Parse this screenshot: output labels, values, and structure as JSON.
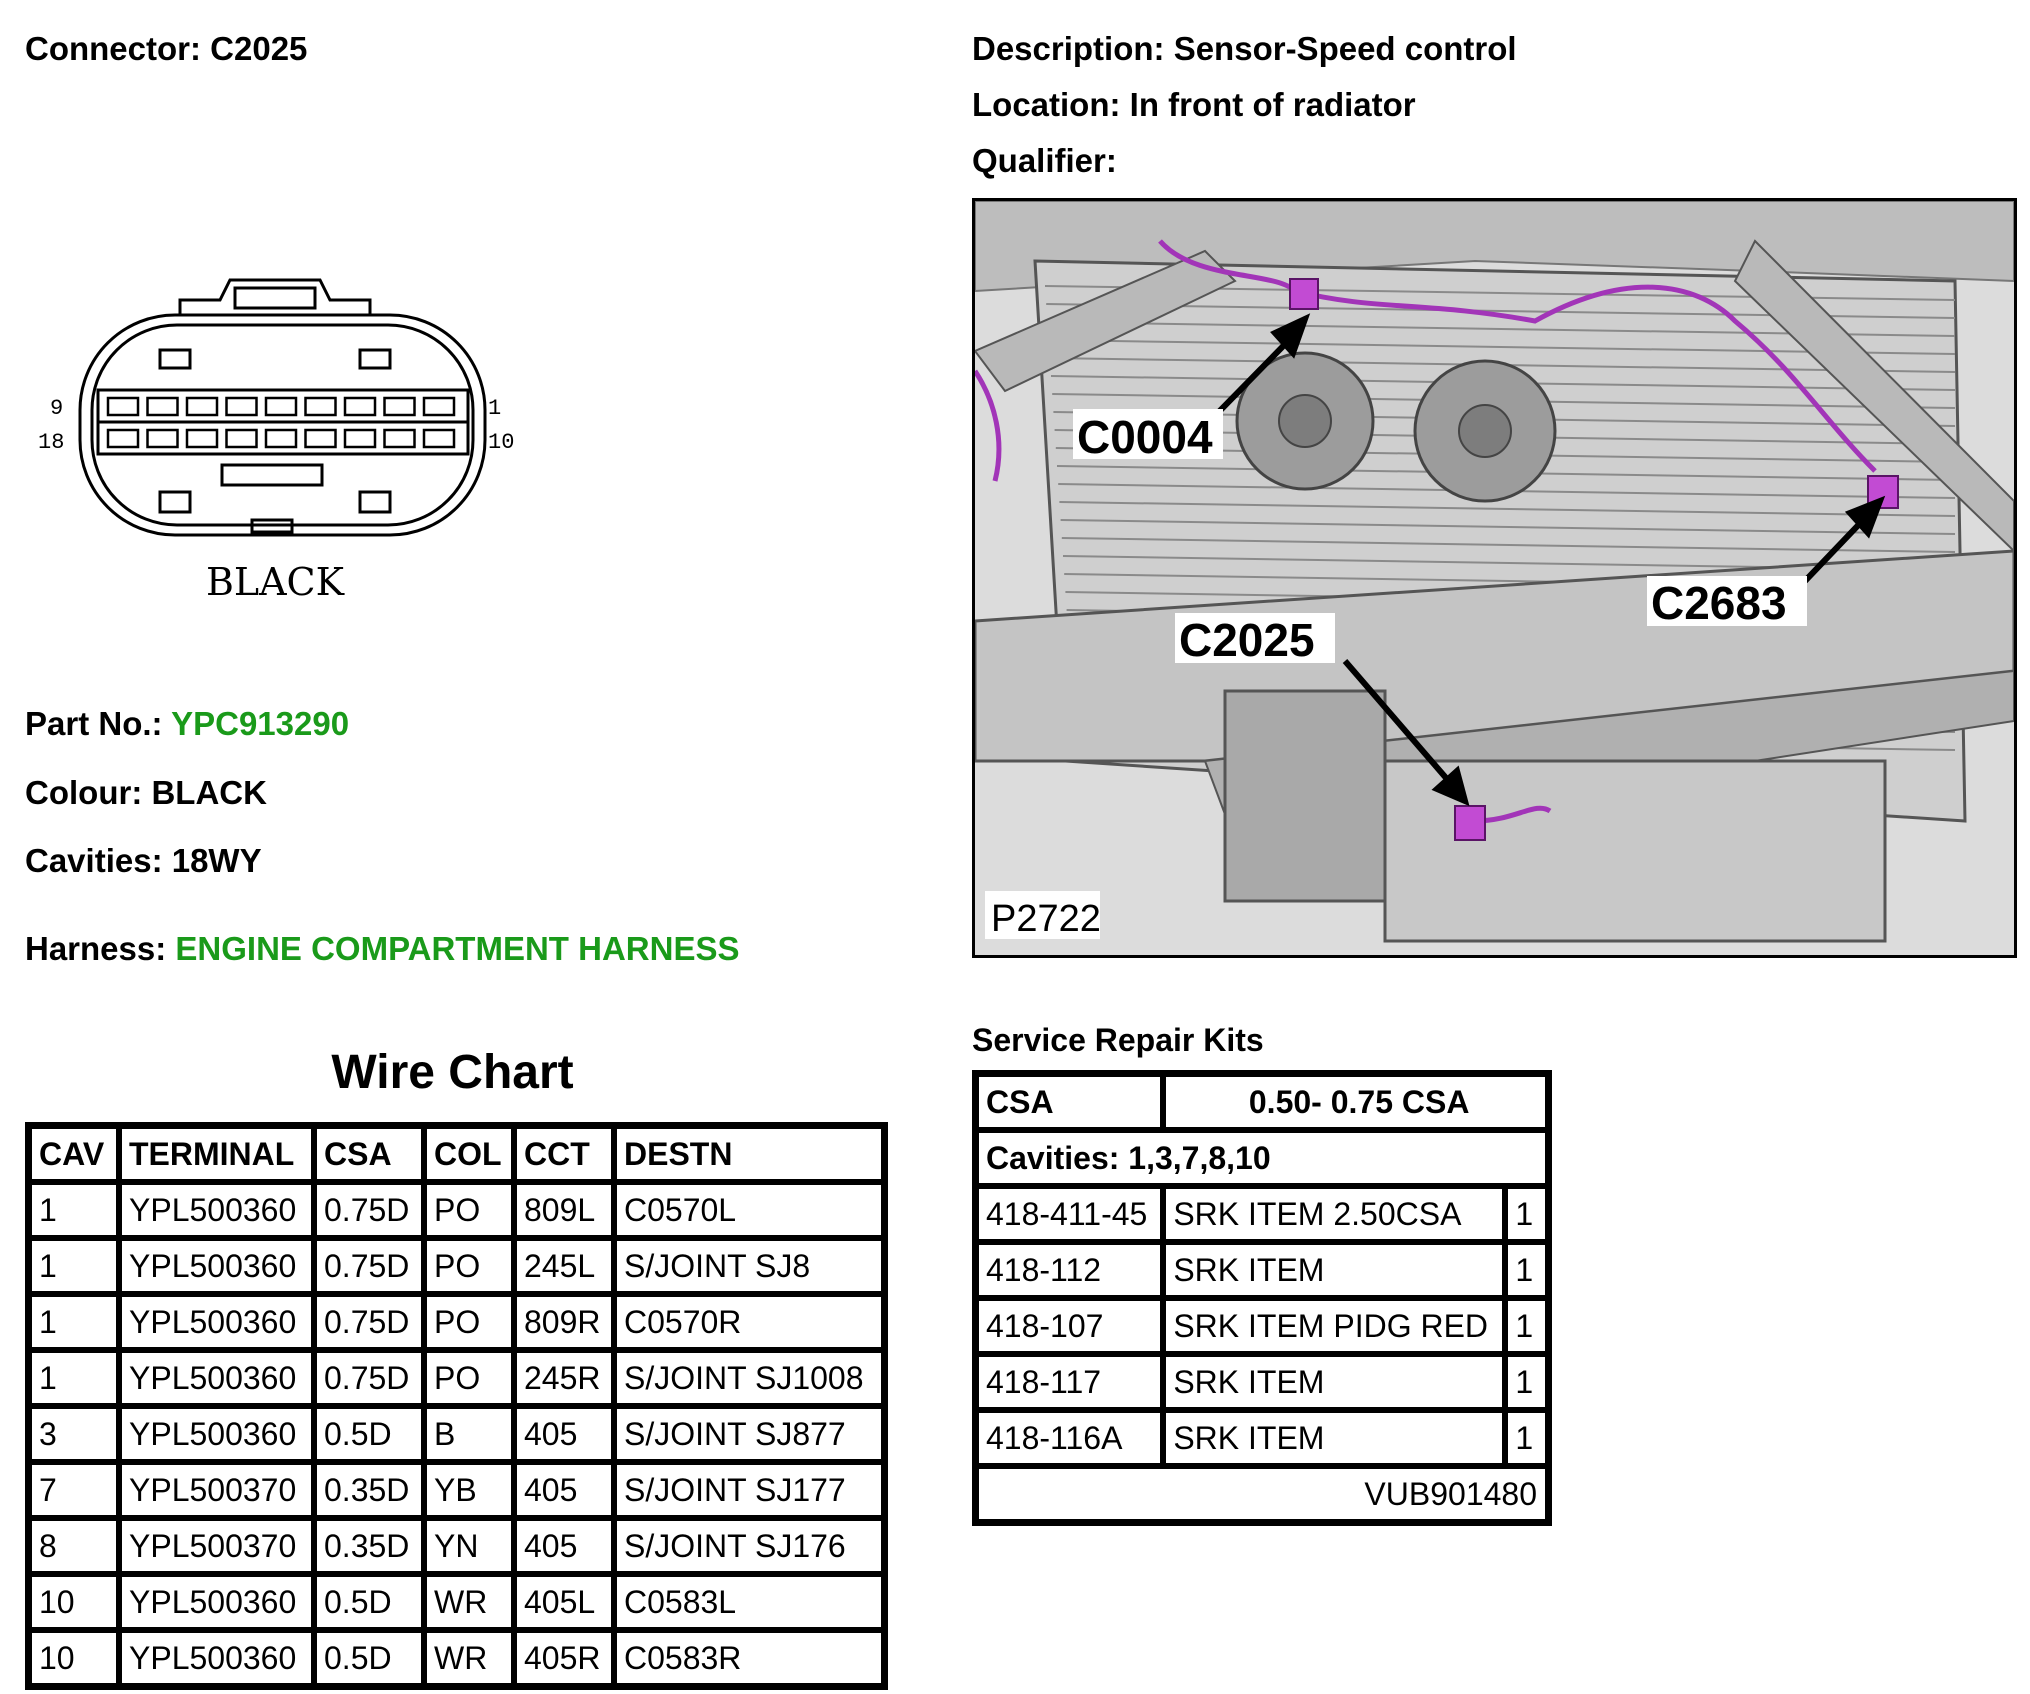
{
  "header": {
    "connector_label": "Connector: C2025",
    "description_label": "Description: Sensor-Speed control",
    "location_label": "Location: In front of radiator",
    "qualifier_label": "Qualifier:"
  },
  "connector": {
    "pin_left_top": "9",
    "pin_left_bottom": "18",
    "pin_right_top": "1",
    "pin_right_bottom": "10",
    "colour_caption": "BLACK"
  },
  "details": {
    "part_no_label": "Part No.:",
    "part_no_value": "YPC913290",
    "colour_label": "Colour: BLACK",
    "cavities_label": "Cavities: 18WY",
    "harness_label": "Harness:",
    "harness_value": "ENGINE COMPARTMENT HARNESS"
  },
  "photo": {
    "callouts": [
      "C0004",
      "C2683",
      "C2025"
    ],
    "reference": "P2722"
  },
  "wire_chart": {
    "title": "Wire Chart",
    "columns": [
      "CAV",
      "TERMINAL",
      "CSA",
      "COL",
      "CCT",
      "DESTN"
    ],
    "rows": [
      [
        "1",
        "YPL500360",
        "0.75D",
        "PO",
        "809L",
        "C0570L"
      ],
      [
        "1",
        "YPL500360",
        "0.75D",
        "PO",
        "245L",
        "S/JOINT SJ8"
      ],
      [
        "1",
        "YPL500360",
        "0.75D",
        "PO",
        "809R",
        "C0570R"
      ],
      [
        "1",
        "YPL500360",
        "0.75D",
        "PO",
        "245R",
        "S/JOINT SJ1008"
      ],
      [
        "3",
        "YPL500360",
        "0.5D",
        "B",
        "405",
        "S/JOINT SJ877"
      ],
      [
        "7",
        "YPL500370",
        "0.35D",
        "YB",
        "405",
        "S/JOINT SJ177"
      ],
      [
        "8",
        "YPL500370",
        "0.35D",
        "YN",
        "405",
        "S/JOINT SJ176"
      ],
      [
        "10",
        "YPL500360",
        "0.5D",
        "WR",
        "405L",
        "C0583L"
      ],
      [
        "10",
        "YPL500360",
        "0.5D",
        "WR",
        "405R",
        "C0583R"
      ]
    ]
  },
  "repair_kits": {
    "title": "Service Repair Kits",
    "csa_label": "CSA",
    "csa_value": "0.50- 0.75 CSA",
    "cavities": "Cavities: 1,3,7,8,10",
    "items": [
      [
        "418-411-45",
        "SRK ITEM 2.50CSA",
        "1"
      ],
      [
        "418-112",
        "SRK ITEM",
        "1"
      ],
      [
        "418-107",
        "SRK ITEM PIDG RED",
        "1"
      ],
      [
        "418-117",
        "SRK ITEM",
        "1"
      ],
      [
        "418-116A",
        "SRK ITEM",
        "1"
      ]
    ],
    "kit_number": "VUB901480"
  }
}
